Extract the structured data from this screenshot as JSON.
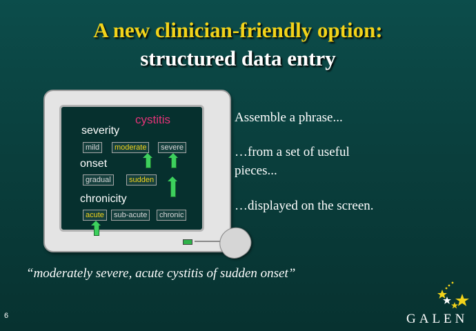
{
  "slide": {
    "title_line1": "A new clinician-friendly option:",
    "title_line2": "structured data entry",
    "number": "6"
  },
  "screen": {
    "diagnosis": "cystitis",
    "categories": {
      "severity": "severity",
      "onset": "onset",
      "chronicity": "chronicity"
    },
    "options": {
      "mild": "mild",
      "moderate": "moderate",
      "severe": "severe",
      "gradual": "gradual",
      "sudden": "sudden",
      "acute": "acute",
      "sub_acute": "sub-acute",
      "chronic": "chronic"
    },
    "selected": [
      "moderate",
      "severe",
      "sudden",
      "acute"
    ]
  },
  "side_text": {
    "line1": "Assemble a phrase...",
    "line2a": "…from a set of useful",
    "line2b": "pieces...",
    "line3": "…displayed on the screen."
  },
  "quote": "“moderately severe, acute cystitis of sudden onset”",
  "logo": {
    "text": "GALEN",
    "icon": "stars-logo-icon"
  },
  "colors": {
    "title_yellow": "#f2d31a",
    "diagnosis_pink": "#e33478",
    "arrow_green": "#3dd05d",
    "background": "#0a3f3d"
  }
}
